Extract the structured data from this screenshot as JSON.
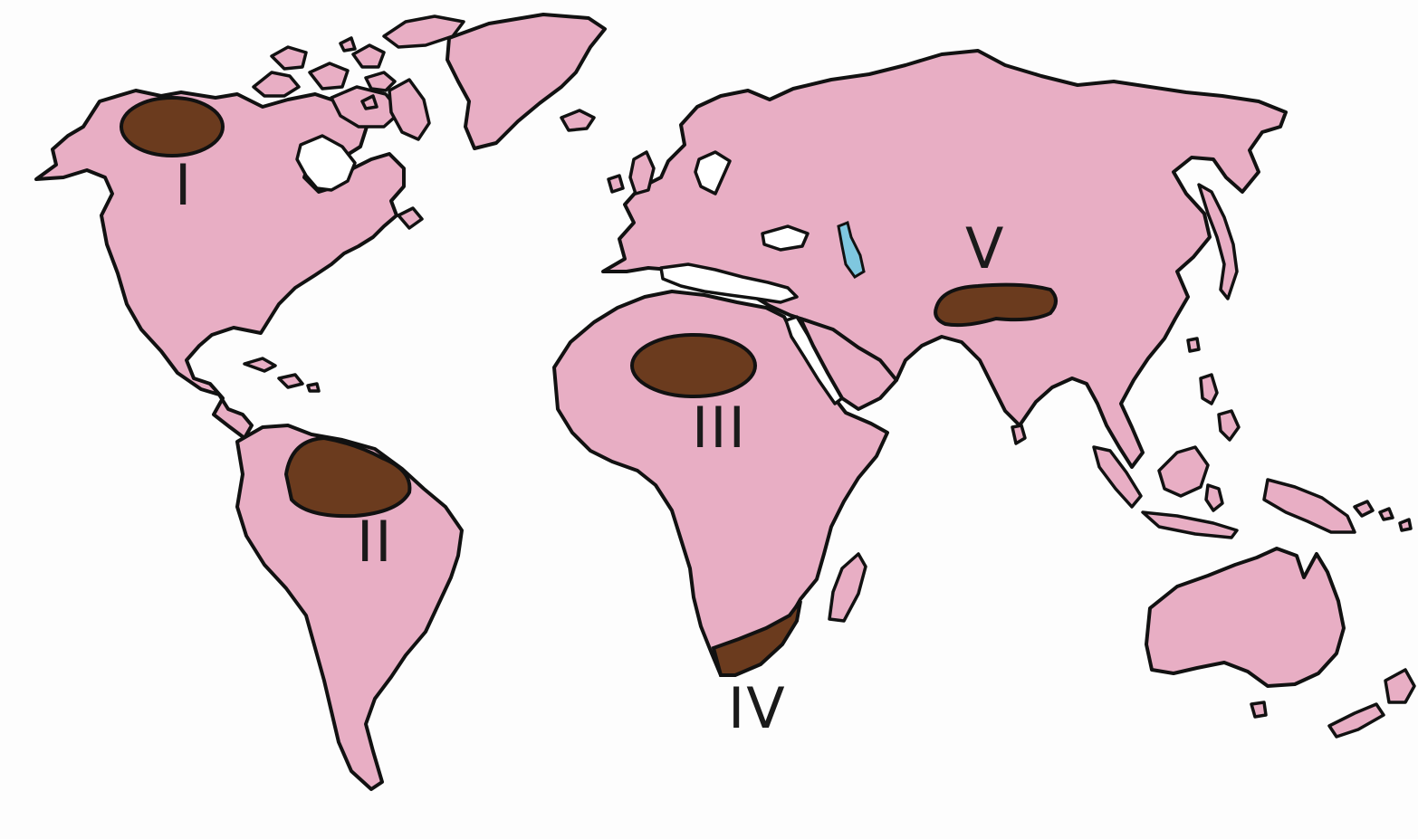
{
  "map": {
    "colors": {
      "land": "#e8aec4",
      "region": "#6b3b1e",
      "outline": "#111111",
      "lake": "#7fc7df"
    },
    "regions": [
      {
        "id": "I",
        "label": "I"
      },
      {
        "id": "II",
        "label": "II"
      },
      {
        "id": "III",
        "label": "III"
      },
      {
        "id": "IV",
        "label": "IV"
      },
      {
        "id": "V",
        "label": "V"
      }
    ]
  }
}
